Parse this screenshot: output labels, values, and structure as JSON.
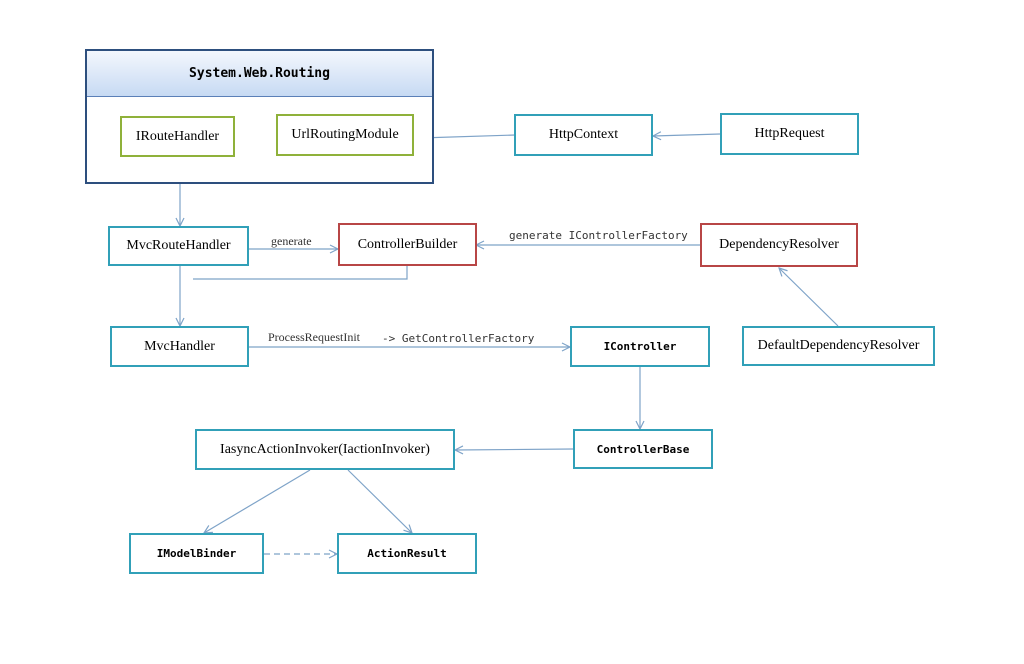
{
  "container": {
    "title": "System.Web.Routing"
  },
  "nodes": {
    "iroutehandler": "IRouteHandler",
    "urlroutingmodule": "UrlRoutingModule",
    "httpcontext": "HttpContext",
    "httprequest": "HttpRequest",
    "mvcroutehandler": "MvcRouteHandler",
    "controllerbuilder": "ControllerBuilder",
    "dependencyresolver": "DependencyResolver",
    "mvchandler": "MvcHandler",
    "icontroller": "IController",
    "defaultdependencyresolver": "DefaultDependencyResolver",
    "iasyncactioninvoker": "IasyncActionInvoker(IactionInvoker)",
    "controllerbase": "ControllerBase",
    "imodelbinder": "IModelBinder",
    "actionresult": "ActionResult"
  },
  "edge_labels": {
    "generate": "generate",
    "generate_factory": "generate IControllerFactory",
    "process_request_init": "ProcessRequestInit",
    "get_controller_factory": "-> GetControllerFactory"
  },
  "colors": {
    "edge": "#7ea3c8",
    "node_border": "#31a0b8",
    "module_border": "#8fb13a",
    "resolver_border": "#b84646",
    "container_border": "#2d4f7e"
  }
}
